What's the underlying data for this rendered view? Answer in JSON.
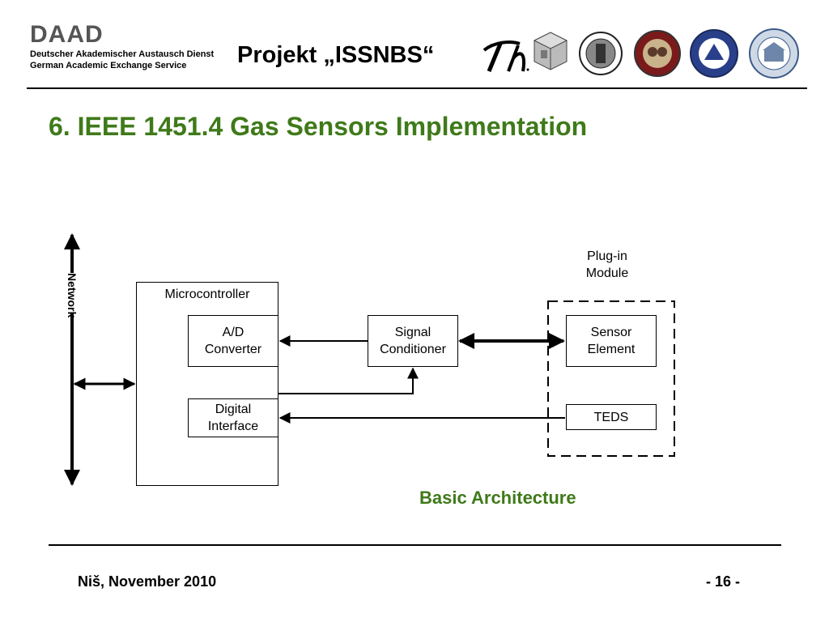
{
  "header": {
    "logo_text": "DAAD",
    "org_de": "Deutscher Akademischer Austausch Dienst",
    "org_en": "German Academic Exchange Service",
    "project": "Projekt „ISSNBS“"
  },
  "title": "6. IEEE 1451.4 Gas Sensors Implementation",
  "diagram": {
    "network": "Network",
    "microcontroller": "Microcontroller",
    "ad_converter": "A/D\nConverter",
    "digital_interface": "Digital\nInterface",
    "signal_conditioner": "Signal\nConditioner",
    "plugin_module": "Plug-in\nModule",
    "sensor_element": "Sensor\nElement",
    "teds": "TEDS"
  },
  "caption": "Basic Architecture",
  "footer": {
    "place_date": "Niš, November 2010",
    "page": "- 16 -"
  },
  "colors": {
    "title_green": "#3f7a1a",
    "logo_gray": "#555555"
  }
}
